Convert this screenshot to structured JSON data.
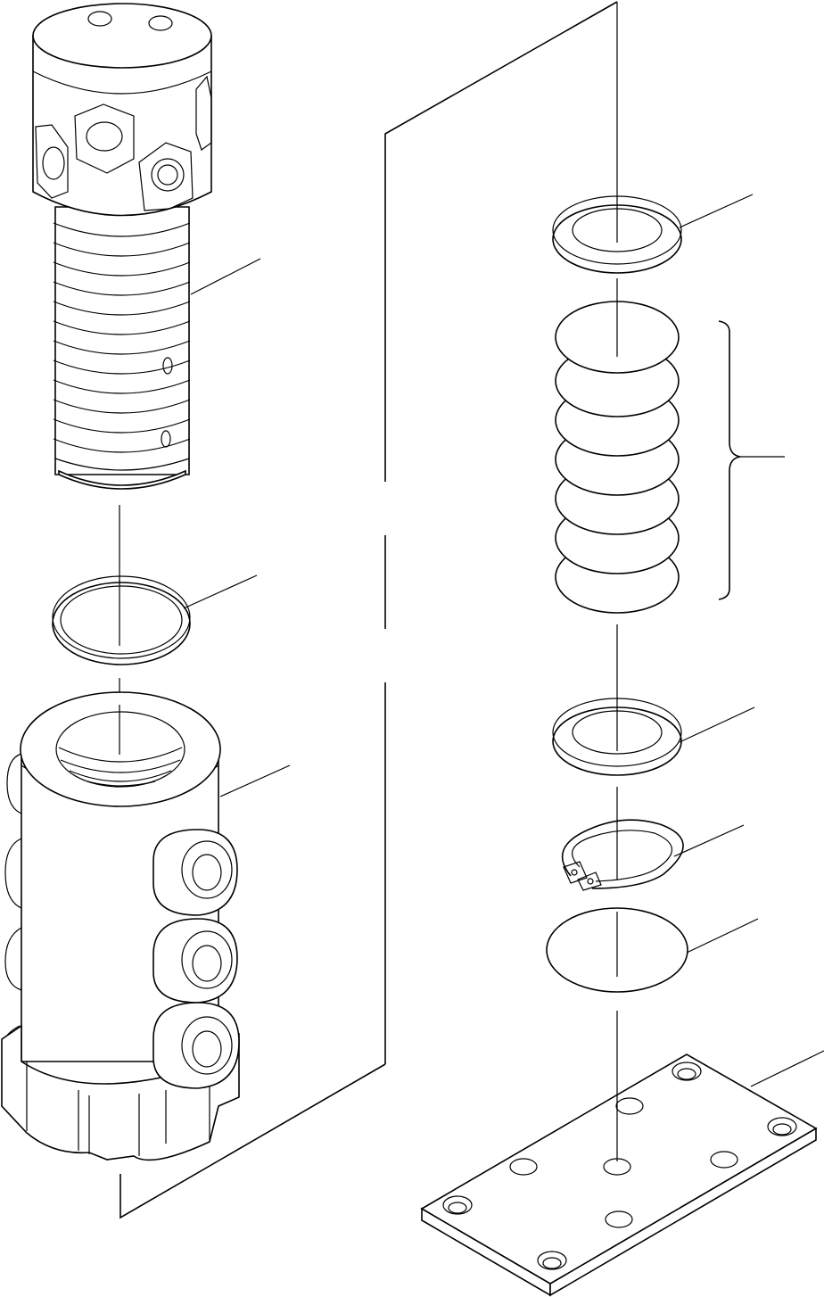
{
  "diagram": {
    "kind": "exploded-parts-view",
    "text_labels": [],
    "colors": {
      "line": "#000000",
      "background": "#ffffff"
    },
    "parts": [
      {
        "name": "valve-plug"
      },
      {
        "name": "o-ring"
      },
      {
        "name": "valve-body"
      },
      {
        "name": "spring-seat-upper"
      },
      {
        "name": "spring-set"
      },
      {
        "name": "spring-seat-lower"
      },
      {
        "name": "snap-ring"
      },
      {
        "name": "filter-disc"
      },
      {
        "name": "mounting-plate"
      }
    ]
  }
}
